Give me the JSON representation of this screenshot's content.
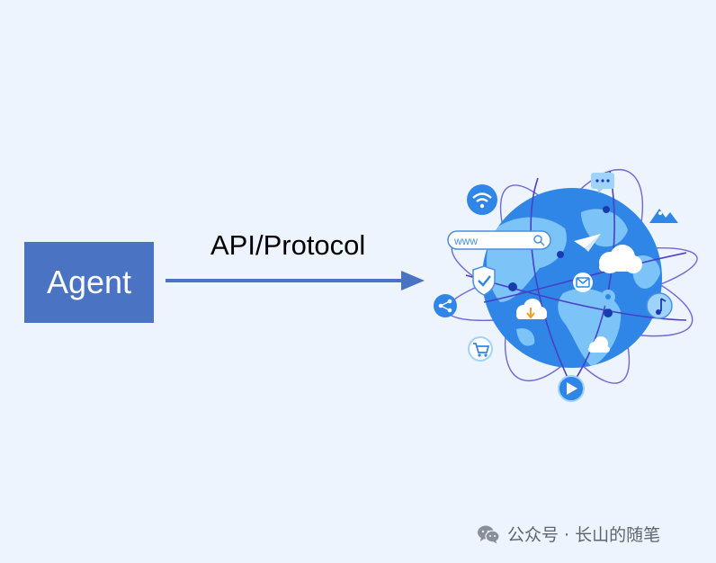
{
  "agent": {
    "label": "Agent"
  },
  "connection": {
    "label": "API/Protocol"
  },
  "globe": {
    "search_text": "www",
    "icons": [
      "wifi-icon",
      "chat-icon",
      "mountain-image-icon",
      "search-bar-icon",
      "paper-plane-icon",
      "cloud-icon",
      "shield-check-icon",
      "mail-icon",
      "location-pin-icon",
      "music-note-icon",
      "share-icon",
      "download-cloud-icon",
      "shopping-cart-icon",
      "play-icon"
    ],
    "colors": {
      "ocean": "#2f86e6",
      "land": "#7cc3f8",
      "orbit": "#5a4fd0",
      "node": "#1a3bb0"
    }
  },
  "watermark": {
    "text": "公众号 · 长山的随笔"
  },
  "colors": {
    "background": "#edf4fd",
    "agent_box": "#4a74c3",
    "arrow": "#4a74c3"
  }
}
